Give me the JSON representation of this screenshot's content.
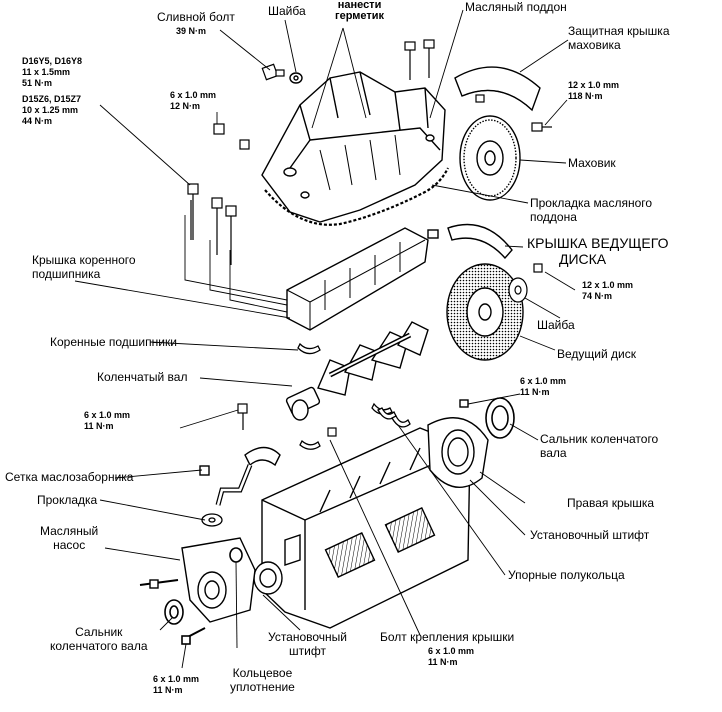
{
  "labels": {
    "drain_bolt": "Сливной болт",
    "drain_bolt_torque": "39 N·m",
    "washer_top": "Шайба",
    "sealant_1": "нанести",
    "sealant_2": "герметик",
    "oil_pan": "Масляный поддон",
    "flywheel_cover_1": "Защитная крышка",
    "flywheel_cover_2": "маховика",
    "flywheel_bolt_1": "12 x 1.0 mm",
    "flywheel_bolt_2": "118 N·m",
    "flywheel": "Маховик",
    "pan_gasket_1": "Прокладка масляного",
    "pan_gasket_2": "поддона",
    "drive_plate_cover_1": "КРЫШКА ВЕДУЩЕГО",
    "drive_plate_cover_2": "ДИСКА",
    "drive_plate_bolt_1": "12 x 1.0 mm",
    "drive_plate_bolt_2": "74 N·m",
    "washer_right": "Шайба",
    "drive_plate": "Ведущий диск",
    "engine_d16_1": "D16Y5, D16Y8",
    "engine_d16_2": "11 x 1.5mm",
    "engine_d16_3": "51 N·m",
    "engine_d15_1": "D15Z6, D15Z7",
    "engine_d15_2": "10 x 1.25 mm",
    "engine_d15_3": "44 N·m",
    "pan_bolt_1": "6 x 1.0 mm",
    "pan_bolt_2": "12 N·m",
    "bearing_cap_1": "Крышка коренного",
    "bearing_cap_2": "подшипника",
    "main_bearings": "Коренные подшипники",
    "crankshaft": "Коленчатый вал",
    "pickup_bolt_1": "6 x 1.0 mm",
    "pickup_bolt_2": "11 N·m",
    "strainer": "Сетка маслозаборника",
    "gasket": "Прокладка",
    "oil_pump_1": "Масляный",
    "oil_pump_2": "насос",
    "seal_left_1": "Сальник",
    "seal_left_2": "коленчатого вала",
    "pump_bolt_1": "6 x 1.0 mm",
    "pump_bolt_2": "11 N·m",
    "o_ring_1": "Кольцевое",
    "o_ring_2": "уплотнение",
    "dowel_bottom_1": "Установочный",
    "dowel_bottom_2": "штифт",
    "cover_bolt_1": "Болт крепления крышки",
    "cover_bolt_2": "6 x 1.0 mm",
    "cover_bolt_3": "11 N·m",
    "thrust_washers": "Упорные полукольца",
    "dowel_right": "Установочный штифт",
    "right_cover": "Правая крышка",
    "seal_right_1": "Сальник коленчатого",
    "seal_right_2": "вала",
    "seal_bolt_1": "6 x 1.0 mm",
    "seal_bolt_2": "11 N·m"
  }
}
